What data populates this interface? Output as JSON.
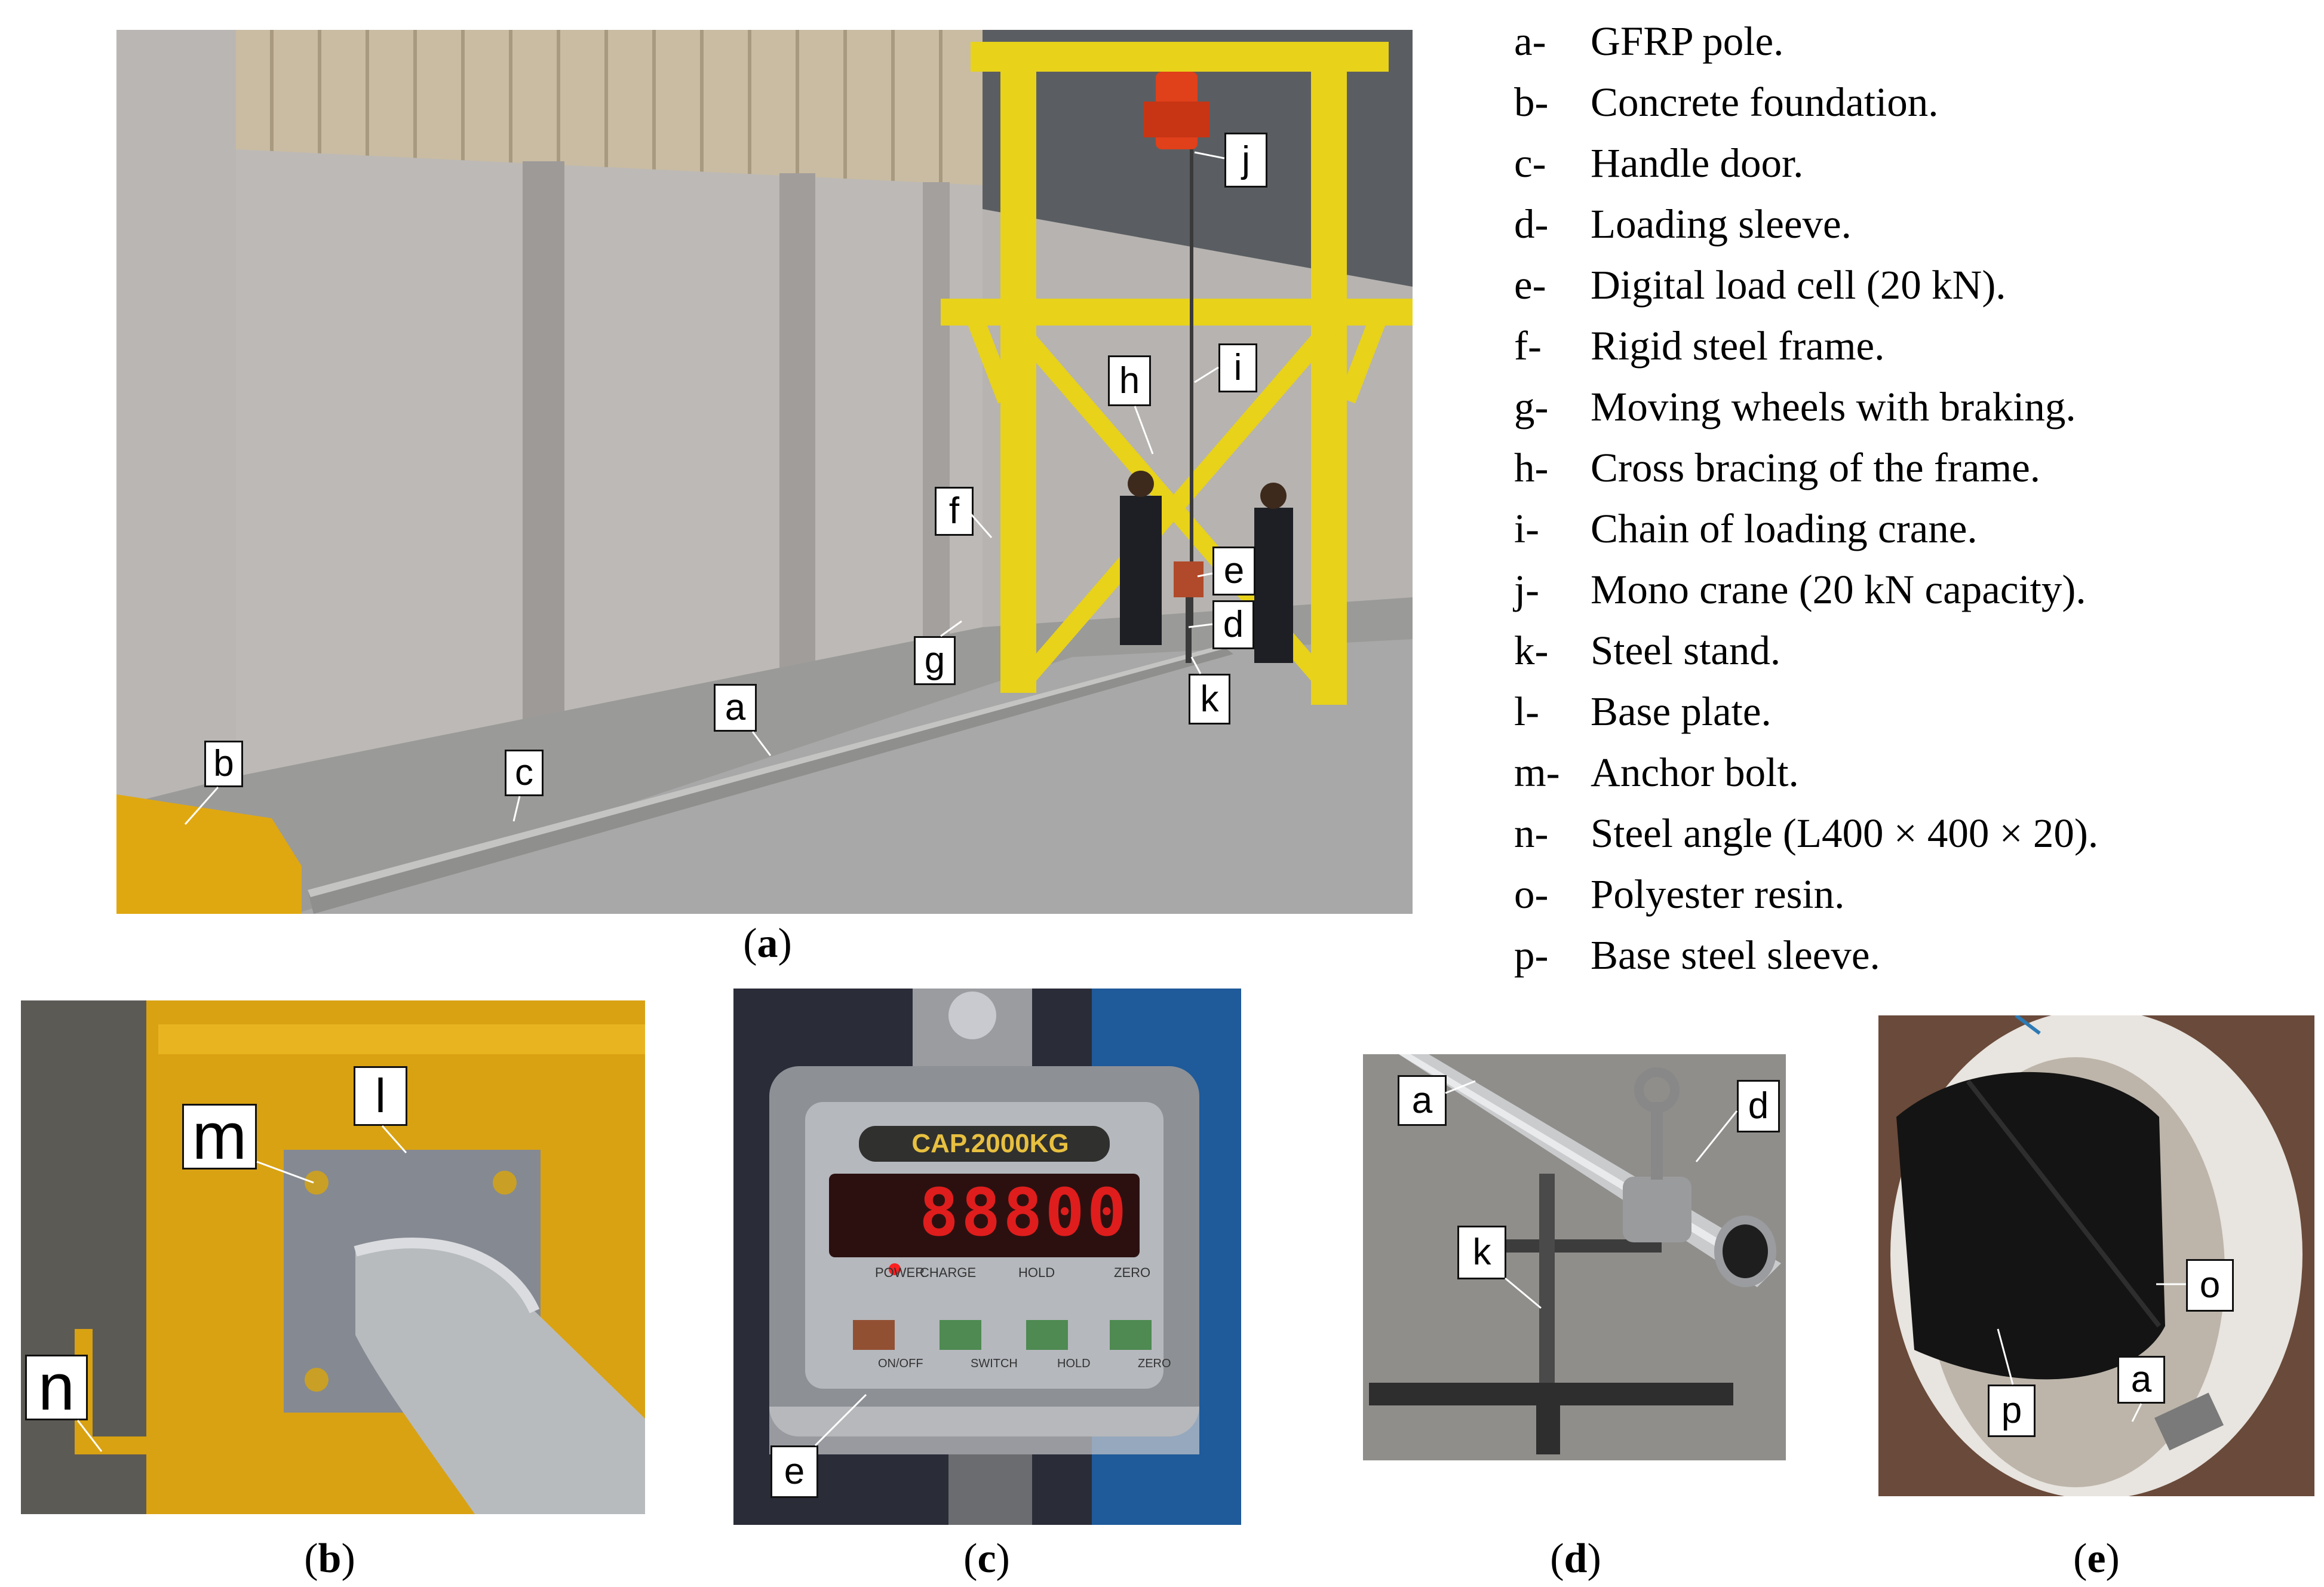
{
  "panels": {
    "a": {
      "caption_open": "(",
      "caption_letter": "a",
      "caption_close": ")"
    },
    "b": {
      "caption_open": "(",
      "caption_letter": "b",
      "caption_close": ")"
    },
    "c": {
      "caption_open": "(",
      "caption_letter": "c",
      "caption_close": ")",
      "display_text": "CAP.2000KG",
      "buttons": [
        "POWER",
        "CHARGE",
        "HOLD",
        "ZERO"
      ],
      "switch_labels": [
        "ON/OFF",
        "SWITCH",
        "HOLD",
        "ZERO"
      ]
    },
    "d": {
      "caption_open": "(",
      "caption_letter": "d",
      "caption_close": ")"
    },
    "e": {
      "caption_open": "(",
      "caption_letter": "e",
      "caption_close": ")"
    }
  },
  "labels": {
    "a": "a",
    "b": "b",
    "c": "c",
    "d": "d",
    "e": "e",
    "f": "f",
    "g": "g",
    "h": "h",
    "i": "i",
    "j": "j",
    "k": "k",
    "l": "l",
    "m": "m",
    "n": "n",
    "o": "o",
    "p": "p"
  },
  "legend": [
    {
      "key": "a-",
      "text": "GFRP pole."
    },
    {
      "key": "b-",
      "text": "Concrete foundation."
    },
    {
      "key": "c-",
      "text": "Handle door."
    },
    {
      "key": "d-",
      "text": "Loading sleeve."
    },
    {
      "key": "e-",
      "text": "Digital load cell (20 kN)."
    },
    {
      "key": "f-",
      "text": "Rigid steel frame."
    },
    {
      "key": "g-",
      "text": "Moving wheels with braking."
    },
    {
      "key": "h-",
      "text": "Cross bracing of the frame."
    },
    {
      "key": "i-",
      "text": "Chain of loading crane."
    },
    {
      "key": "j-",
      "text": "Mono crane (20 kN capacity)."
    },
    {
      "key": "k-",
      "text": "Steel stand."
    },
    {
      "key": "l-",
      "text": "Base plate."
    },
    {
      "key": "m-",
      "text": "Anchor bolt."
    },
    {
      "key": "n-",
      "text": "Steel angle (L400 × 400 × 20)."
    },
    {
      "key": "o-",
      "text": "Polyester resin."
    },
    {
      "key": "p-",
      "text": "Base steel sleeve."
    }
  ],
  "colors": {
    "frame_yellow": "#e8d21a",
    "foundation_yellow": "#e0a810",
    "crane_red": "#e0401a",
    "led_red": "#ff2020",
    "wall_gray": "#b7b3b0",
    "floor_gray": "#9a9a98"
  }
}
